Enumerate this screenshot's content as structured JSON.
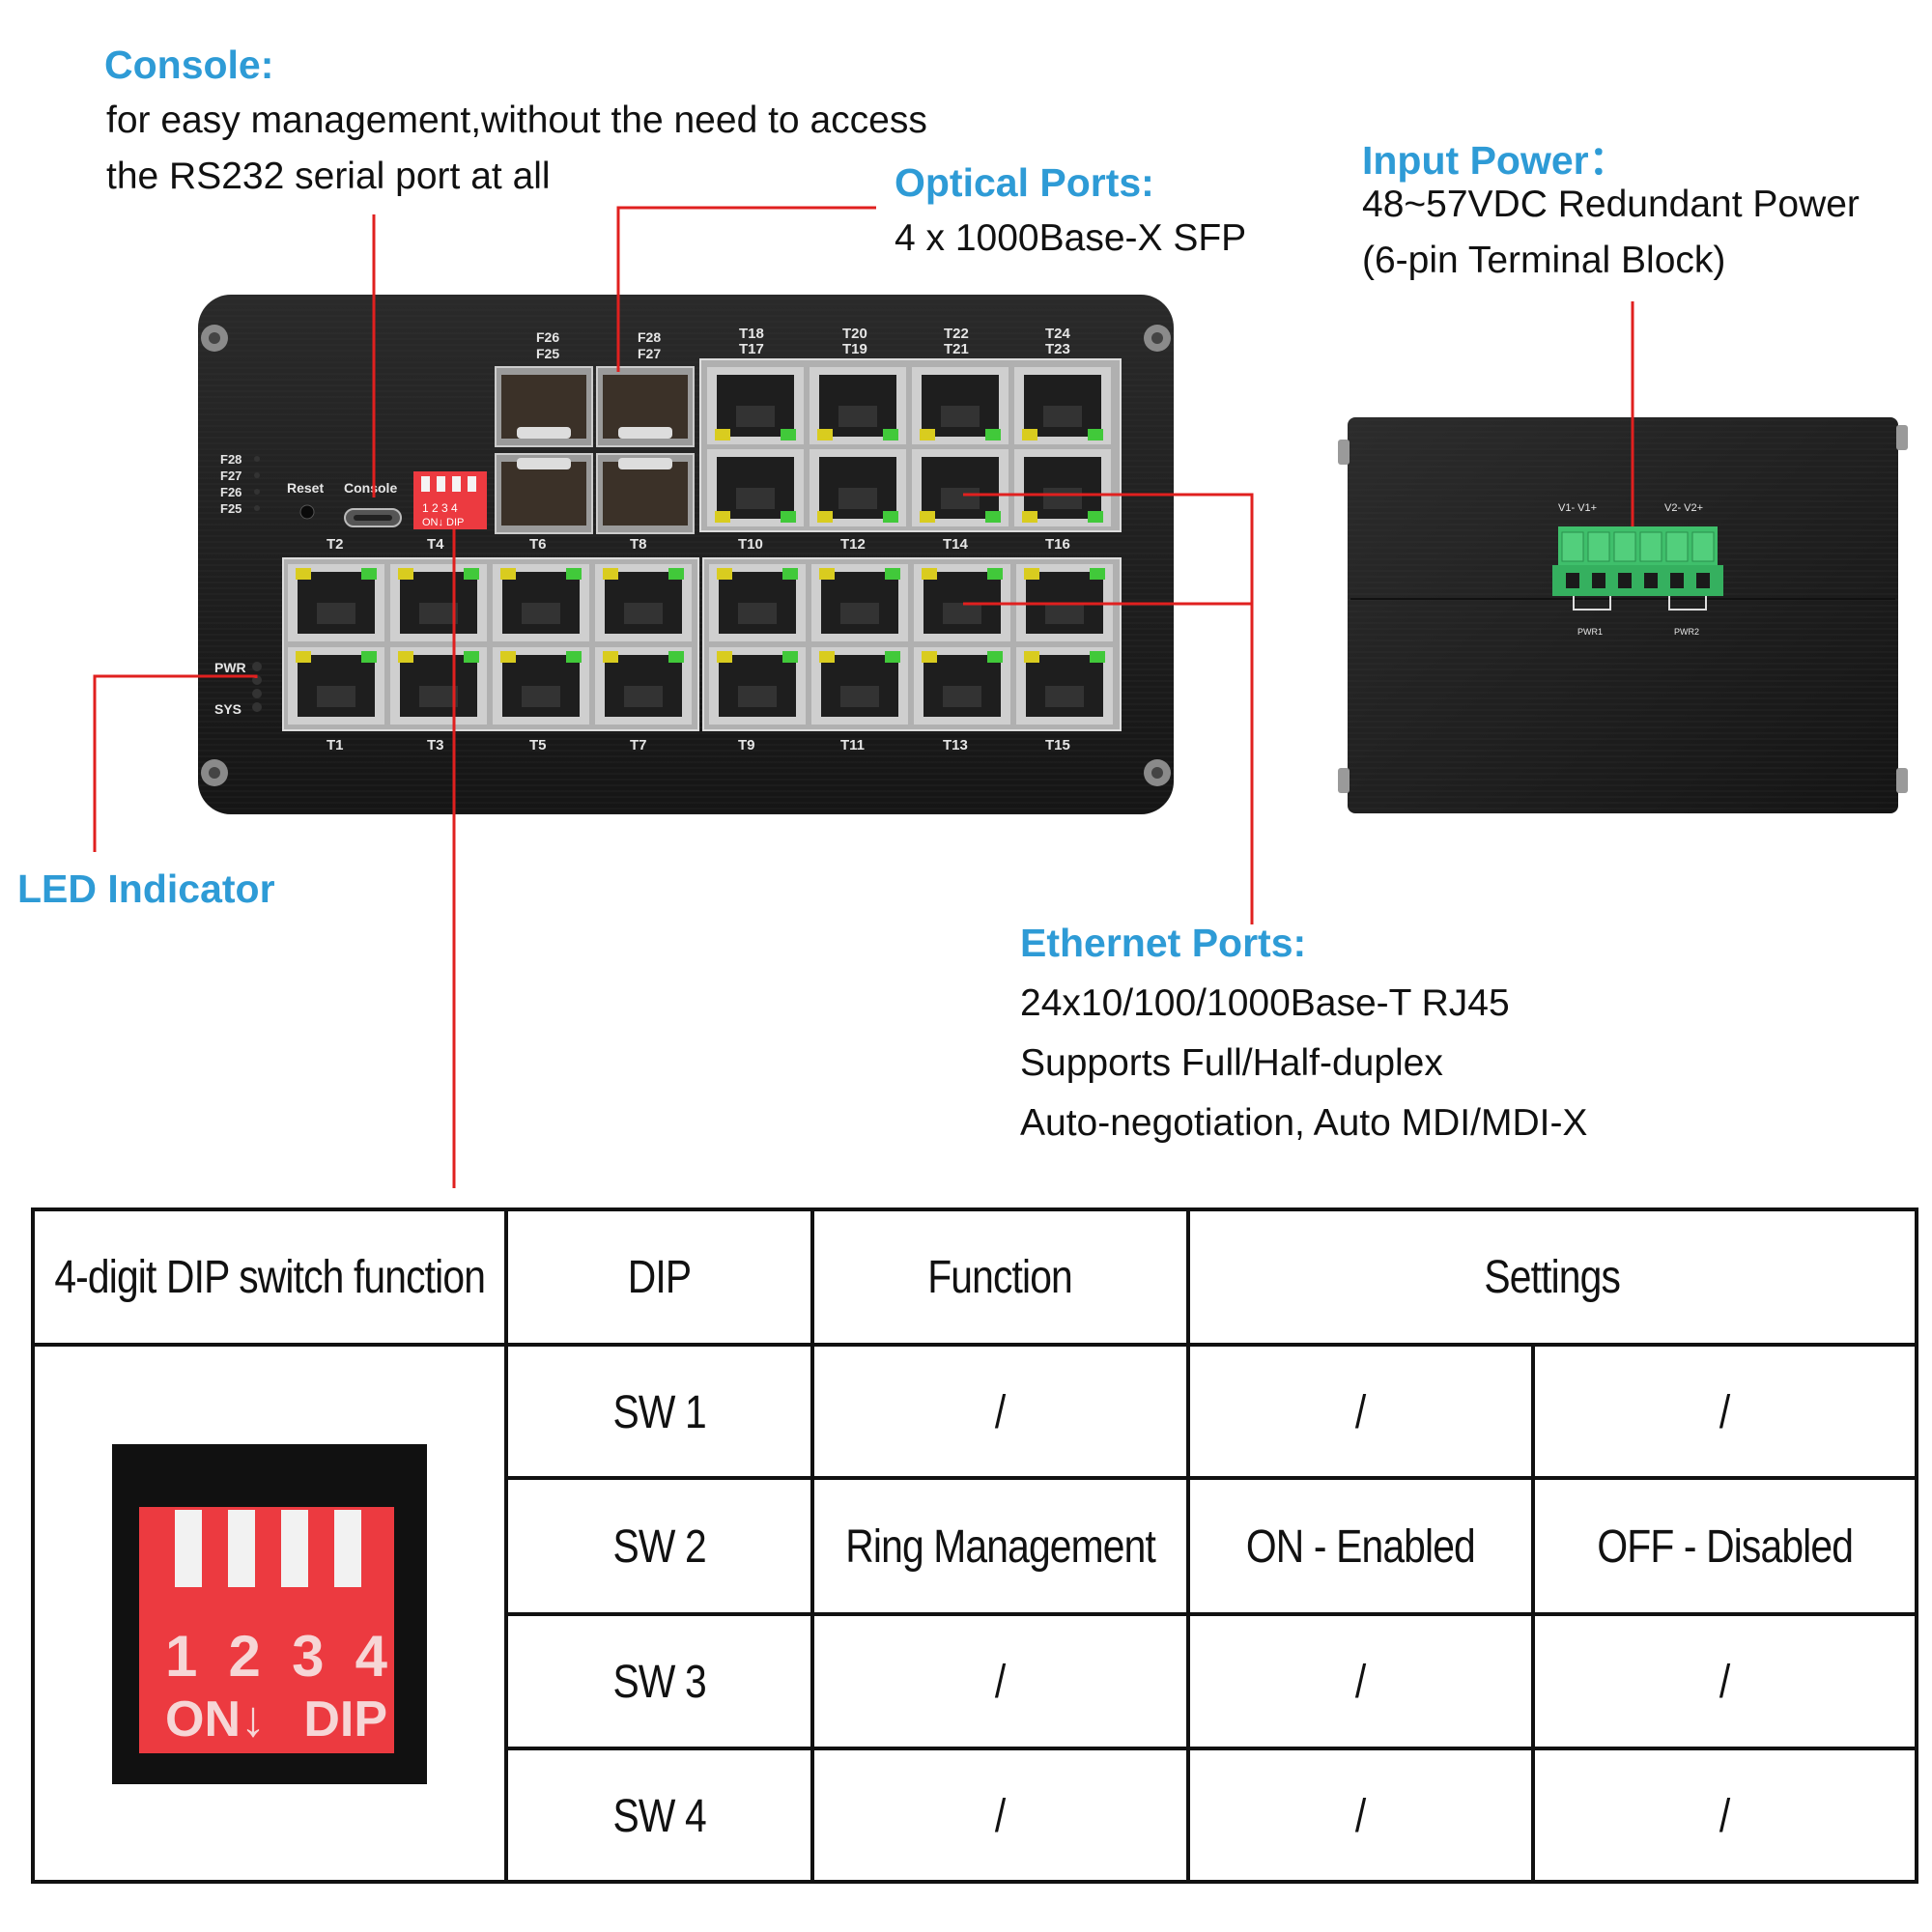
{
  "callouts": {
    "console": {
      "title": "Console:",
      "lines": [
        "for easy management,without the need to access",
        "the RS232 serial port at all"
      ]
    },
    "optical": {
      "title": "Optical Ports:",
      "lines": [
        "4 x 1000Base-X SFP"
      ]
    },
    "power": {
      "title": "Input Power：",
      "lines": [
        "48~57VDC Redundant Power",
        "(6-pin Terminal Block)"
      ]
    },
    "led": {
      "title": "LED Indicator"
    },
    "ethernet": {
      "title": "Ethernet Ports:",
      "lines": [
        "24x10/100/1000Base-T RJ45",
        "Supports Full/Half-duplex",
        "Auto-negotiation, Auto MDI/MDI-X"
      ]
    }
  },
  "device_front": {
    "sfp_labels_top": [
      [
        "F26",
        "F25"
      ],
      [
        "F28",
        "F27"
      ]
    ],
    "port_labels_top_row": [
      [
        "T18",
        "T17"
      ],
      [
        "T20",
        "T19"
      ],
      [
        "T22",
        "T21"
      ],
      [
        "T24",
        "T23"
      ]
    ],
    "port_labels_even": [
      "T2",
      "T4",
      "T6",
      "T8",
      "T10",
      "T12",
      "T14",
      "T16"
    ],
    "port_labels_odd": [
      "T1",
      "T3",
      "T5",
      "T7",
      "T9",
      "T11",
      "T13",
      "T15"
    ],
    "fiber_leds": [
      "F28",
      "F27",
      "F26",
      "F25"
    ],
    "system_leds": [
      "PWR",
      "SYS"
    ],
    "reset_label": "Reset",
    "console_label": "Console",
    "dip_numbers": "1 2 3 4",
    "dip_marks": "ON↓ DIP"
  },
  "device_side": {
    "terminal_labels_left": "V1-  V1+",
    "terminal_labels_right": "V2-  V2+",
    "pwr1": "PWR1",
    "pwr2": "PWR2"
  },
  "table": {
    "headers": [
      "4-digit DIP switch function",
      "DIP",
      "Function",
      "Settings"
    ],
    "dip_image": {
      "numbers": [
        "1",
        "2",
        "3",
        "4"
      ],
      "on_label": "ON↓",
      "dip_label": "DIP"
    },
    "rows": [
      {
        "dip": "SW 1",
        "function": "/",
        "setting_on": "/",
        "setting_off": "/"
      },
      {
        "dip": "SW 2",
        "function": "Ring Management",
        "setting_on": "ON - Enabled",
        "setting_off": "OFF - Disabled"
      },
      {
        "dip": "SW 3",
        "function": "/",
        "setting_on": "/",
        "setting_off": "/"
      },
      {
        "dip": "SW 4",
        "function": "/",
        "setting_on": "/",
        "setting_off": "/"
      }
    ]
  },
  "colors": {
    "callout_title": "#2e9bd6",
    "leader_line": "#e0201f",
    "dip_red": "#ec3a40",
    "terminal_green": "#3fbf6b",
    "led_green": "#41c93a",
    "led_yellow": "#d9cc1f"
  }
}
